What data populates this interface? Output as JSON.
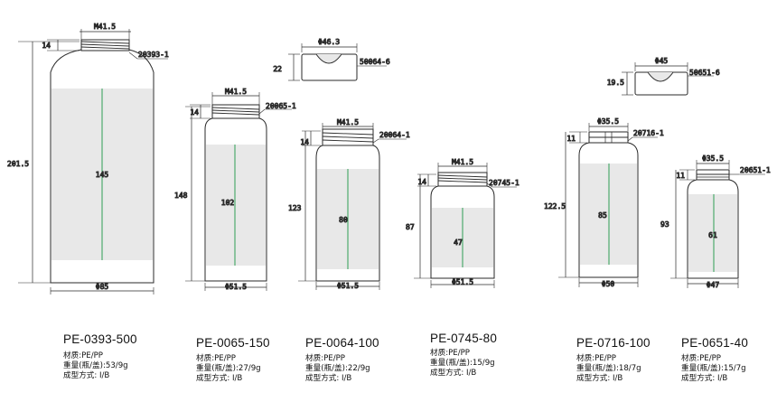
{
  "products": [
    {
      "code": "PE-0393-500",
      "material": "材质:PE/PP",
      "weight": "重量(瓶/盖):53/9g",
      "forming": "成型方式: I/B",
      "dims": {
        "mouth": "M41.5",
        "neck": "14",
        "finish": "20393-1",
        "height": "201.5",
        "label": "145",
        "base": "Φ85"
      }
    },
    {
      "code": "PE-0065-150",
      "material": "材质:PE/PP",
      "weight": "重量(瓶/盖):27/9g",
      "forming": "成型方式: I/B",
      "dims": {
        "mouth": "M41.5",
        "neck": "14",
        "finish": "20065-1",
        "height": "148",
        "label": "102",
        "base": "Φ51.5"
      }
    },
    {
      "code": "PE-0064-100",
      "material": "材质:PE/PP",
      "weight": "重量(瓶/盖):22/9g",
      "forming": "成型方式: I/B",
      "dims": {
        "mouth": "M41.5",
        "neck": "14",
        "finish": "20064-1",
        "height": "123",
        "label": "80",
        "base": "Φ51.5"
      }
    },
    {
      "code": "PE-0745-80",
      "material": "材质:PE/PP",
      "weight": "重量(瓶/盖):15/9g",
      "forming": "成型方式: I/B",
      "dims": {
        "mouth": "M41.5",
        "neck": "14",
        "finish": "20745-1",
        "height": "87",
        "label": "47",
        "base": "Φ51.5"
      }
    },
    {
      "code": "PE-0716-100",
      "material": "材质:PE/PP",
      "weight": "重量(瓶/盖):18/7g",
      "forming": "成型方式: I/B",
      "dims": {
        "mouth": "Φ35.5",
        "neck": "11",
        "finish": "20716-1",
        "height": "122.5",
        "label": "85",
        "base": "Φ50"
      }
    },
    {
      "code": "PE-0651-40",
      "material": "材质:PE/PP",
      "weight": "重量(瓶/盖):15/7g",
      "forming": "成型方式: I/B",
      "dims": {
        "mouth": "Φ35.5",
        "neck": "11",
        "finish": "20651-1",
        "height": "93",
        "label": "61",
        "base": "Φ47"
      }
    }
  ],
  "caps": [
    {
      "diameter": "Φ46.3",
      "height": "22",
      "code": "50064-6"
    },
    {
      "diameter": "Φ45",
      "height": "19.5",
      "code": "50651-6"
    }
  ],
  "colors": {
    "line": "#2a2a2a",
    "label_band": "#e8e8e8",
    "label_mark": "#2e9e55"
  }
}
